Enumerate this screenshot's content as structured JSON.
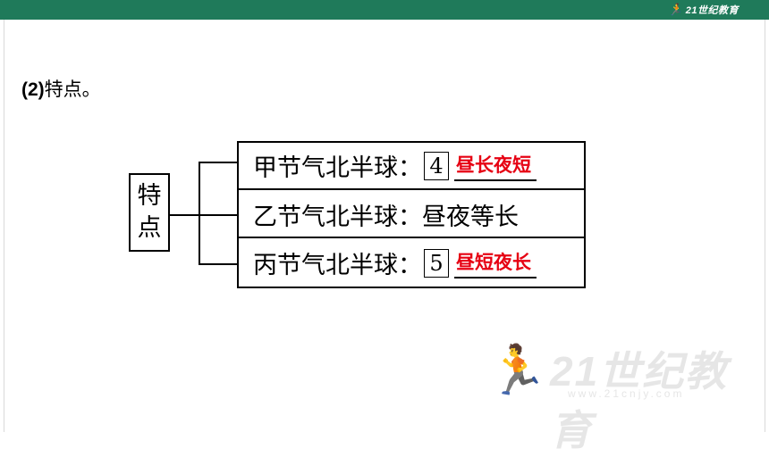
{
  "brand": {
    "logo_text": "21世纪教育"
  },
  "heading": {
    "number": "(2)",
    "text": "特点。"
  },
  "diagram": {
    "label_chars": [
      "特",
      "点"
    ],
    "rows": [
      {
        "prefix": "甲节气北半球：",
        "box": "4",
        "answer": "昼长夜短"
      },
      {
        "prefix": "乙节气北半球：昼夜等长"
      },
      {
        "prefix": "丙节气北半球：",
        "box": "5",
        "answer": "昼短夜长"
      }
    ]
  },
  "watermark": {
    "logo_text": "21世纪教育",
    "url": "www.21cnjy.com"
  },
  "colors": {
    "topbar": "#1f7a5a",
    "answer": "#e60012"
  }
}
